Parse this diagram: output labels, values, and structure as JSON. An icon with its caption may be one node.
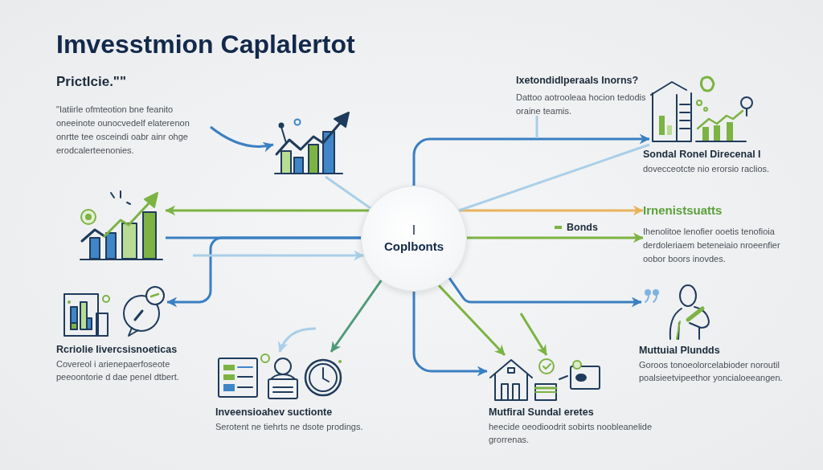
{
  "diagram": {
    "title": "Imvesstmion Caplalertot",
    "nodes": [
      {
        "text": [
          "I",
          "Coplbonts"
        ]
      },
      {
        "text": [
          "\"Iatiirle ofmteotion bne feanito oneeinote ounocvedelf elaterenon onrtte tee osceindi oabr ainr ohge erodcalerteenonies."
        ]
      },
      {
        "text": [],
        "shape": "picture"
      },
      {
        "text": [],
        "shape": "picture"
      },
      {
        "text": [],
        "shape": "picture",
        "beside": [
          "Rcriolie Iivercsisnoeticas",
          "Covereol i arienepaerfoseote peeoontorie d dae penel dtbert."
        ]
      },
      {
        "text": [],
        "shape": "picture",
        "beside": [
          "Inveensioahev suctionte",
          "Serotent ne tiehrts ne dsote prodings."
        ]
      },
      {
        "text": [],
        "shape": "picture",
        "beside": [
          "Mutfiral Sundal eretes",
          "heecide oeodioodrit sobirts noobleanelide grorrenas."
        ]
      },
      {
        "text": [],
        "shape": "picture",
        "beside": [
          "Muttuial Plundds",
          "Goroos tonoeolorcelabioder noroutil poalsieetvipeethor yoncialoeeangen."
        ]
      },
      {
        "text": [
          "Irnenistsuatts"
        ]
      },
      {
        "text": [
          "Ihenolitoe lenofier ooetis tenofioia derdoleriaem beteneiaio nroeenfier oobor boors inovdes."
        ]
      },
      {
        "text": [],
        "shape": "picture",
        "beside": [
          "Sondal Ronel Direcenal I",
          "dovecceotcte nio erorsio raclios."
        ]
      },
      {
        "text": [
          "Ixetondidlperaals Inorns?",
          "Dattoo aotrooleaa hocion tedodis oraine teamis."
        ]
      }
    ],
    "edges": [
      {
        "from": 1,
        "to": 2,
        "arrow": "to"
      },
      {
        "from": 0,
        "to": 2,
        "arrow": "none",
        "color": "#a9cfe8"
      },
      {
        "from": 0,
        "to": 3,
        "arrow": "to",
        "color": "#7cb342"
      },
      {
        "from": 0,
        "to": 3,
        "arrow": "none"
      },
      {
        "from": 0,
        "to": 4,
        "arrow": "to"
      },
      {
        "from": null,
        "to": 0,
        "arrow": "to",
        "color": "#a9cfe8"
      },
      {
        "from": null,
        "to": 5,
        "arrow": "to",
        "color": "#a9cfe8"
      },
      {
        "from": 0,
        "to": 5,
        "arrow": "to",
        "color": "#4f9a78"
      },
      {
        "from": 0,
        "to": 6,
        "arrow": "to"
      },
      {
        "from": 0,
        "to": 6,
        "arrow": "to",
        "color": "#7cb342"
      },
      {
        "from": null,
        "to": 6,
        "arrow": "to",
        "color": "#7cb342"
      },
      {
        "from": 0,
        "to": 7,
        "arrow": "to"
      },
      {
        "from": 0,
        "to": 8,
        "arrow": "to",
        "color": "#e8b35f"
      },
      {
        "from": 0,
        "to": 9,
        "arrow": "to",
        "color": "#7cb342"
      },
      {
        "from": 0,
        "to": 10,
        "arrow": "to"
      },
      {
        "from": 0,
        "to": 10,
        "arrow": "none",
        "color": "#a9cfe8"
      },
      {
        "from": 11,
        "to": null,
        "arrow": "none",
        "color": "#a9cfe8"
      }
    ],
    "labels": [
      "Prictlcie.\"\""
    ],
    "legend": [
      {
        "text": "Bonds",
        "color": "#7cb342"
      }
    ]
  }
}
